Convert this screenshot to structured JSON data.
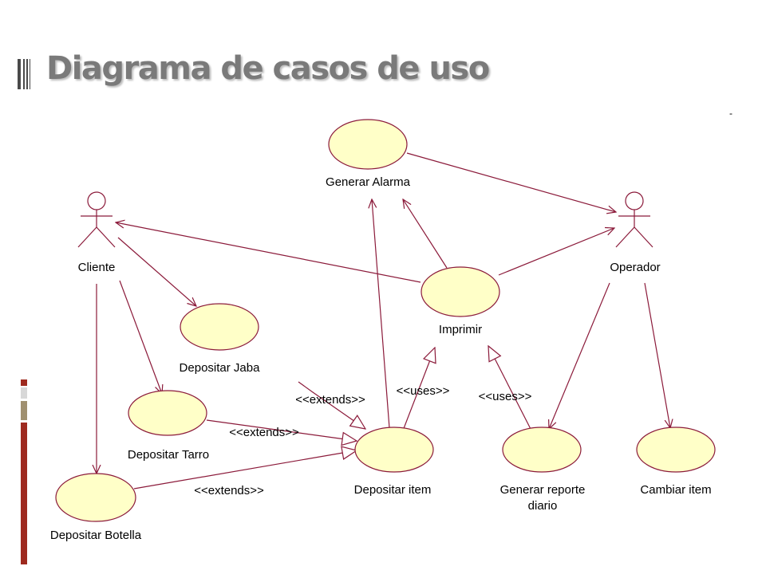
{
  "slide": {
    "title": "Diagrama de casos de uso",
    "colors": {
      "title": "#7a7a7a",
      "accent_red": "#9e2a1f",
      "accent_tan": "#a09070",
      "line": "#8b1a3a",
      "usecase_fill": "#ffffc8"
    }
  },
  "diagram": {
    "actors": [
      {
        "id": "cliente",
        "label": "Cliente"
      },
      {
        "id": "operador",
        "label": "Operador"
      }
    ],
    "use_cases": [
      {
        "id": "alarma",
        "label": "Generar Alarma"
      },
      {
        "id": "imprimir",
        "label": "Imprimir"
      },
      {
        "id": "jaba",
        "label": "Depositar Jaba"
      },
      {
        "id": "tarro",
        "label": "Depositar Tarro"
      },
      {
        "id": "botella",
        "label": "Depositar Botella"
      },
      {
        "id": "item",
        "label": "Depositar item"
      },
      {
        "id": "reporte",
        "label": "Generar reporte",
        "label_line2": "diario"
      },
      {
        "id": "cambiar",
        "label": "Cambiar item"
      }
    ],
    "stereotypes": {
      "extends_jaba": "<<extends>>",
      "extends_tarro": "<<extends>>",
      "extends_botella": "<<extends>>",
      "uses_item": "<<uses>>",
      "uses_reporte": "<<uses>>"
    },
    "stray_mark": "-"
  }
}
